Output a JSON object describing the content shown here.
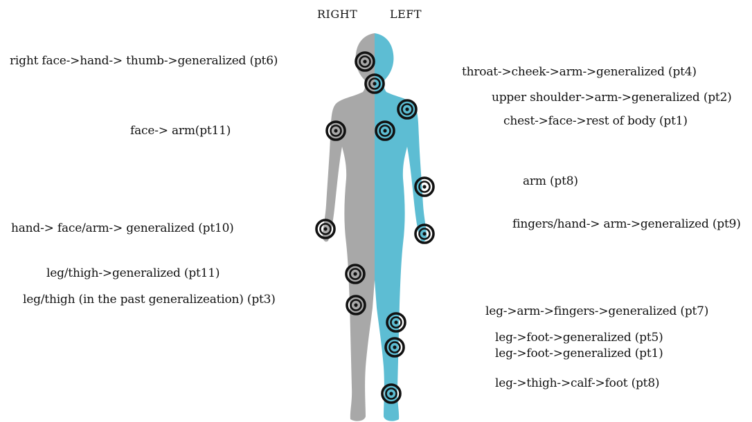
{
  "headers": {
    "right": "RIGHT",
    "left": "LEFT"
  },
  "colors": {
    "right_side": "#a8a8a8",
    "left_side": "#5dbdd3",
    "marker": "#111111"
  },
  "labels_right": [
    "right face->hand-> thumb->generalized (pt6)",
    "face-> arm(pt11)",
    "hand-> face/arm-> generalized (pt10)",
    "leg/thigh->generalized (pt11)",
    "leg/thigh (in the past generalizeation) (pt3)"
  ],
  "labels_left": [
    "throat->cheek->arm->generalized (pt4)",
    "upper shoulder->arm->generalized (pt2)",
    "chest->face->rest of body (pt1)",
    "arm (pt8)",
    "fingers/hand-> arm->generalized (pt9)",
    "leg->arm->fingers->generalized (pt7)",
    "leg->foot->generalized (pt5)",
    "leg->foot->generalized (pt1)",
    "leg->thigh->calf->foot (pt8)"
  ],
  "marker_icon": "target-icon"
}
